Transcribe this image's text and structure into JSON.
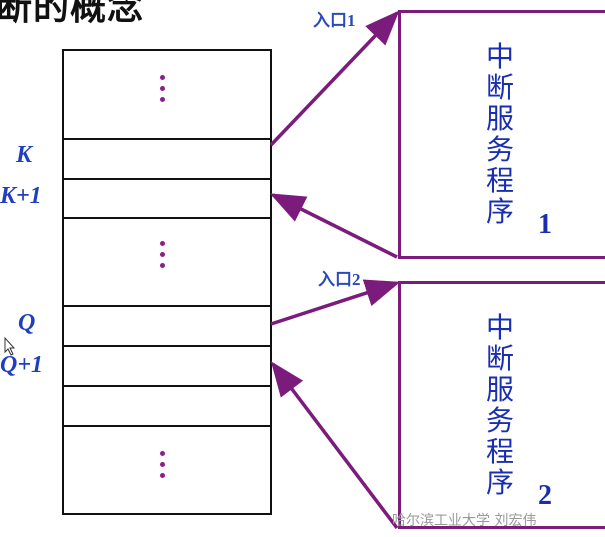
{
  "title": "断的概念",
  "memory_labels": {
    "k": "K",
    "k1": "K+1",
    "q": "Q",
    "q1": "Q+1"
  },
  "entries": {
    "entry1": "入口1",
    "entry2": "入口2"
  },
  "routines": [
    {
      "text": "中断服务程序",
      "number": "1"
    },
    {
      "text": "中断服务程序",
      "number": "2"
    }
  ],
  "watermark": "哈尔滨工业大学  刘宏伟",
  "colors": {
    "arrow": "#7b1c7d",
    "label": "#1f3fbf",
    "dots": "#8a1f8a"
  }
}
